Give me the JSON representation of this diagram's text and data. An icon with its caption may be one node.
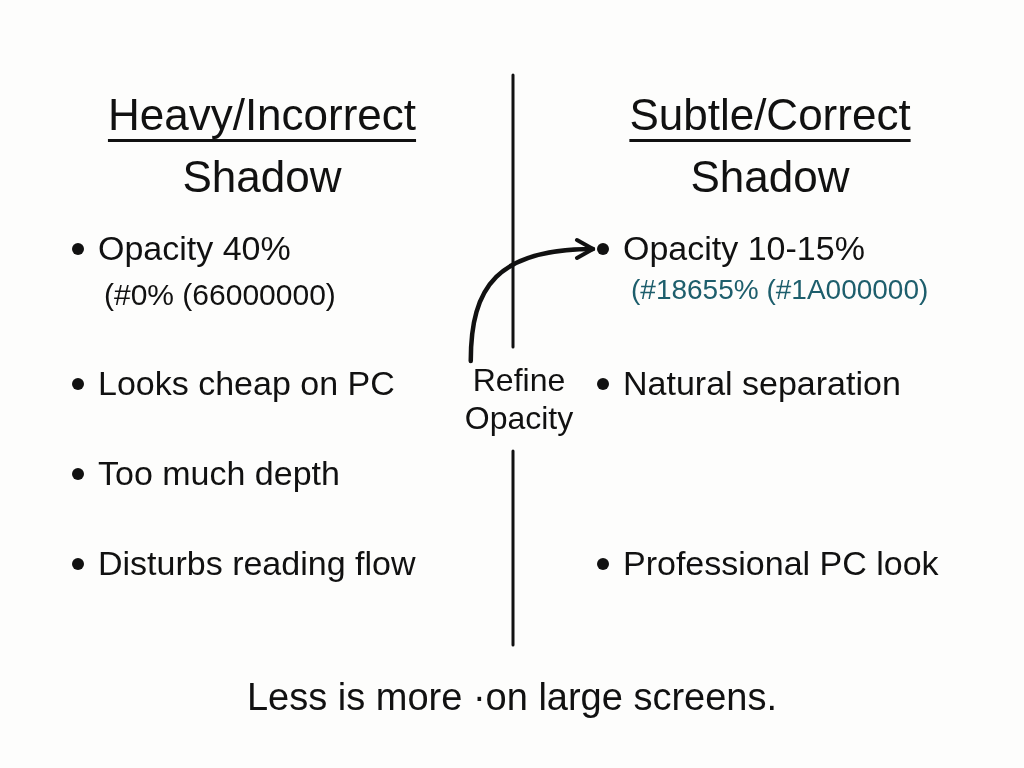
{
  "diagram": {
    "caption": "Less is more ·on large screens.",
    "nodes": [
      {
        "text": [
          "Refine Opacity"
        ]
      },
      {
        "text": [
          "Opacity 10-15%",
          "(#18655% (#1A000000)"
        ]
      }
    ],
    "edges": [
      {
        "from": 0,
        "to": 1,
        "arrow": "to"
      }
    ],
    "labels": [
      "Heavy/Incorrect Shadow",
      "Subtle/Correct Shadow",
      "Opacity 40%",
      "(#0% (66000000)",
      "Looks cheap on PC",
      "Too much depth",
      "Disturbs reading flow",
      "Natural separation",
      "Professional PC look"
    ]
  }
}
